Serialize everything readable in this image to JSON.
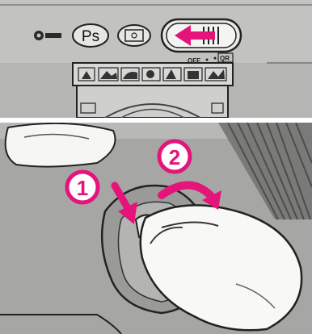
{
  "top_panel": {
    "program_shift_label": "Ps",
    "off_label": "OFF",
    "qr_label": "QR",
    "mode_icons": [
      "portrait-icon",
      "landscape-icon",
      "close-up-icon",
      "sports-icon",
      "night-icon",
      "silhouette-icon",
      "portrait-night-icon"
    ]
  },
  "bottom_panel": {
    "callout_1": "1",
    "callout_2": "2",
    "accent_color": "#e4147a"
  }
}
